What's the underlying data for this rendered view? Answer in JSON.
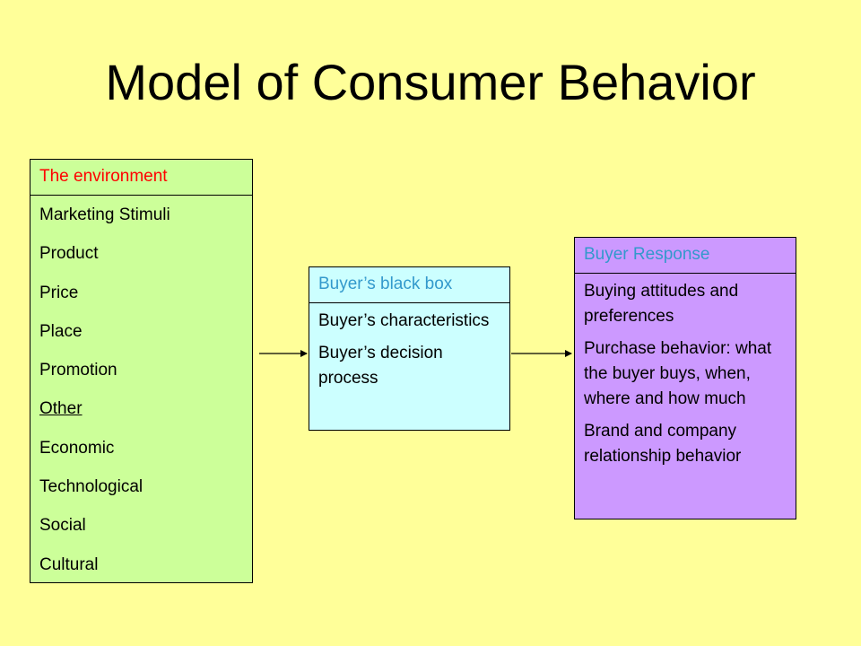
{
  "title": "Model of Consumer Behavior",
  "environment": {
    "heading": "The environment",
    "items": [
      "Marketing Stimuli",
      "Product",
      "Price",
      "Place",
      "Promotion",
      "Other",
      "Economic",
      "Technological",
      "Social",
      "Cultural"
    ]
  },
  "black_box": {
    "heading": "Buyer’s black box",
    "items": [
      "Buyer’s characteristics",
      "Buyer’s decision process"
    ]
  },
  "response": {
    "heading": "Buyer Response",
    "items": [
      "Buying attitudes and preferences",
      "Purchase behavior: what the buyer buys, when, where and how much",
      "Brand and company relationship behavior"
    ]
  },
  "colors": {
    "background": "#ffff99",
    "environment_fill": "#ccff99",
    "black_box_fill": "#ccffff",
    "response_fill": "#cc99ff",
    "environment_heading": "#ff0000",
    "box_heading": "#3399cc"
  }
}
